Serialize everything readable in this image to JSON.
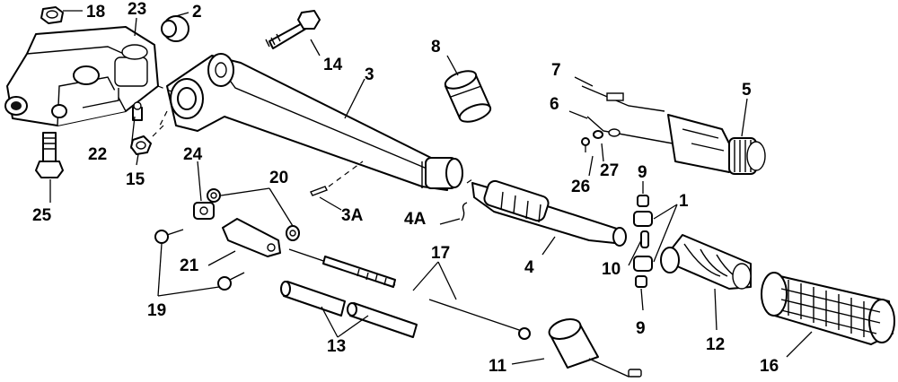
{
  "callouts": {
    "c1": "1",
    "c2": "2",
    "c3": "3",
    "c3a": "3A",
    "c4": "4",
    "c4a": "4A",
    "c5": "5",
    "c6": "6",
    "c7": "7",
    "c8": "8",
    "c9_top": "9",
    "c9_bottom": "9",
    "c10": "10",
    "c11": "11",
    "c12": "12",
    "c13": "13",
    "c14": "14",
    "c15": "15",
    "c16": "16",
    "c17": "17",
    "c18": "18",
    "c19": "19",
    "c20": "20",
    "c21": "21",
    "c22": "22",
    "c23": "23",
    "c24": "24",
    "c25": "25",
    "c26": "26",
    "c27": "27"
  }
}
